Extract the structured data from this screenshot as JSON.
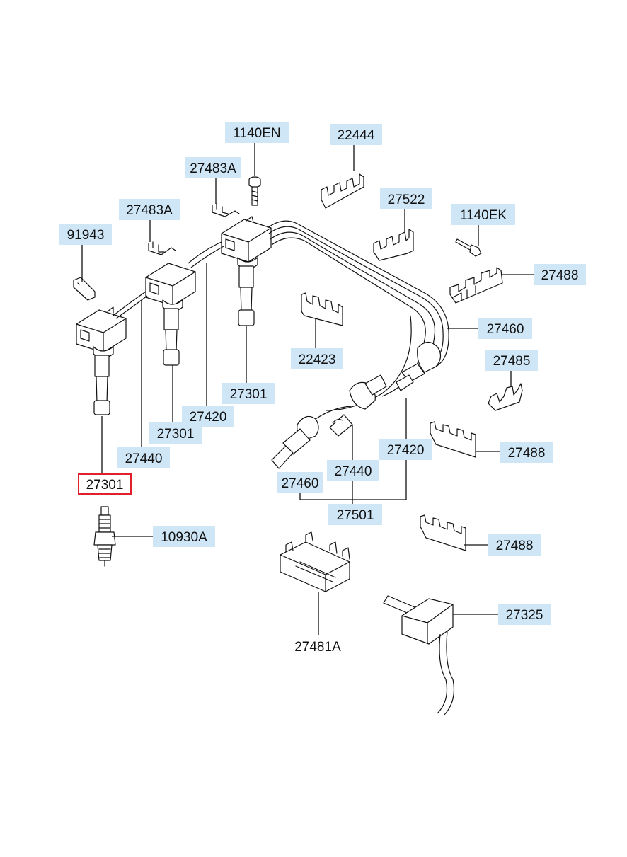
{
  "selected_part": "27301",
  "callouts": [
    {
      "id": "c_1140EN",
      "text": "1140EN"
    },
    {
      "id": "c_22444",
      "text": "22444"
    },
    {
      "id": "c_27483A_1",
      "text": "27483A"
    },
    {
      "id": "c_27522",
      "text": "27522"
    },
    {
      "id": "c_27483A_2",
      "text": "27483A"
    },
    {
      "id": "c_1140EK",
      "text": "1140EK"
    },
    {
      "id": "c_91943",
      "text": "91943"
    },
    {
      "id": "c_27488_1",
      "text": "27488"
    },
    {
      "id": "c_27460_1",
      "text": "27460"
    },
    {
      "id": "c_22423",
      "text": "22423"
    },
    {
      "id": "c_27485",
      "text": "27485"
    },
    {
      "id": "c_27301_1",
      "text": "27301"
    },
    {
      "id": "c_27420_1",
      "text": "27420"
    },
    {
      "id": "c_27301_2",
      "text": "27301"
    },
    {
      "id": "c_27420_2",
      "text": "27420"
    },
    {
      "id": "c_27488_2",
      "text": "27488"
    },
    {
      "id": "c_27440_1",
      "text": "27440"
    },
    {
      "id": "c_27440_2",
      "text": "27440"
    },
    {
      "id": "c_27301_sel",
      "text": "27301"
    },
    {
      "id": "c_27460_2",
      "text": "27460"
    },
    {
      "id": "c_27501",
      "text": "27501"
    },
    {
      "id": "c_10930A",
      "text": "10930A"
    },
    {
      "id": "c_27488_3",
      "text": "27488"
    },
    {
      "id": "c_27325",
      "text": "27325"
    },
    {
      "id": "c_27481A",
      "text": "27481A"
    }
  ]
}
